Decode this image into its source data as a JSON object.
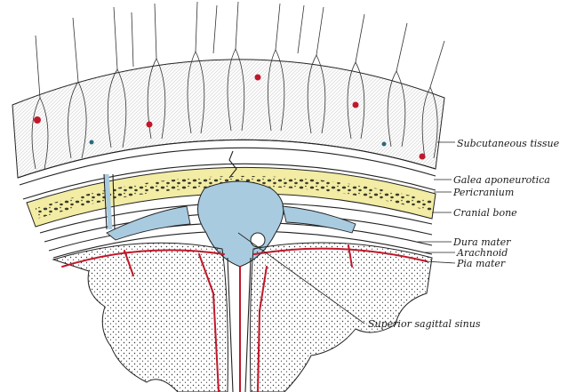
{
  "labels": {
    "subcutaneous": "Subcutaneous tissue",
    "galea": "Galea aponeurotica",
    "pericranium": "Pericranium",
    "cranial_bone": "Cranial bone",
    "dura": "Dura mater",
    "arachnoid": "Arachnoid",
    "pia": "Pia mater",
    "sinus": "Superior sagittal sinus"
  },
  "colors": {
    "bone": "#f2eca4",
    "sinus": "#a9cbe0",
    "vessel": "#c0182a",
    "ink": "#222222"
  }
}
